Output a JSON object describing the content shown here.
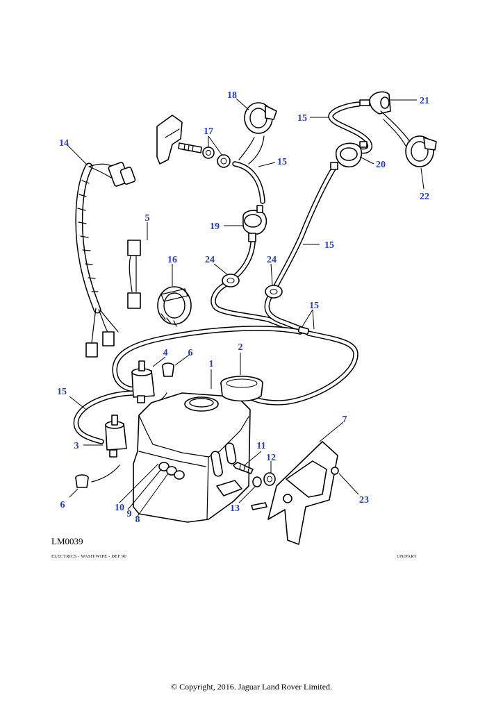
{
  "drawing_ref": "LM0039",
  "caption": "ELECTRICS - WASH/WIPE - DEF 90",
  "supplier": "UNIPART",
  "copyright": "© Copyright, 2016. Jaguar Land Rover Limited.",
  "callout_color": "#1f3ad6",
  "callouts": {
    "c1": "1",
    "c2": "2",
    "c3": "3",
    "c4": "4",
    "c5": "5",
    "c6a": "6",
    "c6b": "6",
    "c7": "7",
    "c8": "8",
    "c9": "9",
    "c10": "10",
    "c11": "11",
    "c12": "12",
    "c13": "13",
    "c14": "14",
    "c15a": "15",
    "c15b": "15",
    "c15c": "15",
    "c15d": "15",
    "c15e": "15",
    "c16": "16",
    "c17": "17",
    "c18": "18",
    "c19": "19",
    "c20": "20",
    "c21": "21",
    "c22": "22",
    "c23": "23",
    "c24a": "24",
    "c24b": "24"
  }
}
